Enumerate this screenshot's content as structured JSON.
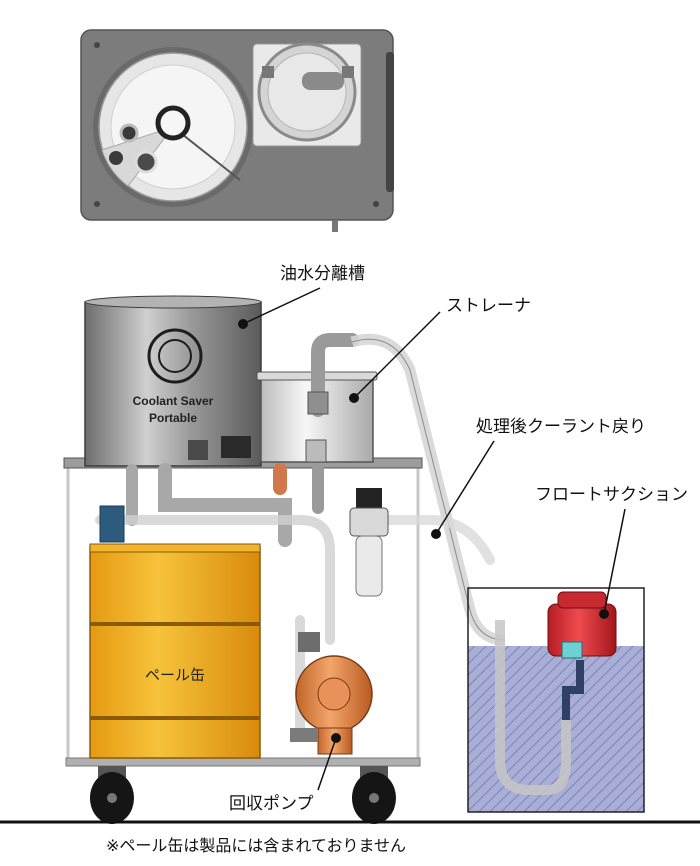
{
  "labels": {
    "separator_tank": "油水分離槽",
    "strainer": "ストレーナ",
    "return_coolant": "処理後クーラント戻り",
    "float_suction": "フロートサクション",
    "pail_can": "ペール缶",
    "recovery_pump": "回収ポンプ"
  },
  "tank_brand": {
    "line1": "Coolant Saver",
    "line2": "Portable"
  },
  "footnote": "※ペール缶は製品には含まれておりません"
}
